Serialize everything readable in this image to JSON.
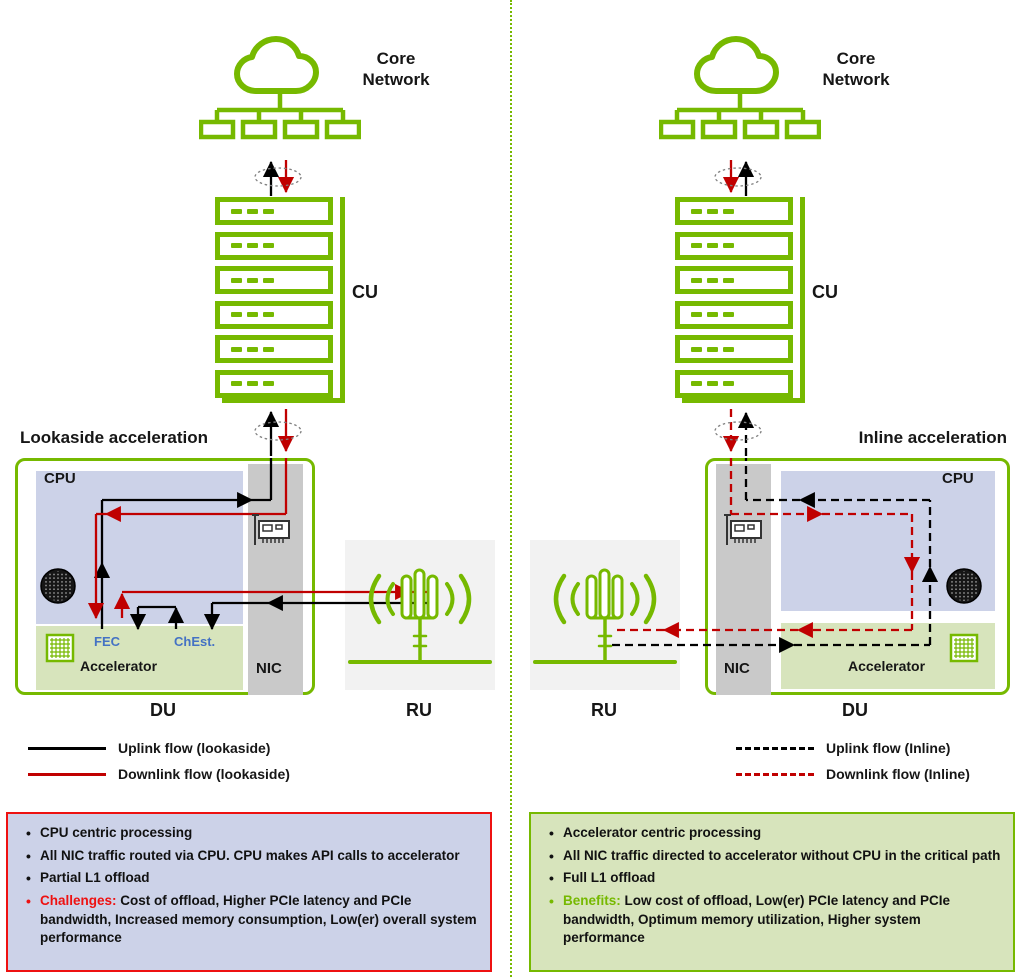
{
  "colors": {
    "nvidia_green": "#76b900",
    "flow_black": "#000000",
    "flow_red": "#c00000",
    "alert_red": "#ee1111",
    "label_blue": "#4472c4",
    "cpu_region_lavender": "#ccd2e8",
    "accelerator_region_green": "#d7e4bc",
    "nic_strip_gray": "#c9c9c9",
    "ru_box_gray": "#f2f2f2"
  },
  "icons": {
    "cloud": "cloud-icon",
    "network_switch": "network-switch-icon",
    "server_stack": "server-stack-icon",
    "nic_card": "nic-card-icon",
    "cpu_die": "cpu-die-icon",
    "accelerator_chip": "accelerator-chip-icon",
    "ru_antenna": "ru-antenna-icon"
  },
  "left": {
    "core_network": "Core Network",
    "cu_label": "CU",
    "section_title": "Lookaside acceleration",
    "du": {
      "cpu": "CPU",
      "nic": "NIC",
      "accelerator": "Accelerator",
      "fec": "FEC",
      "chest": "ChEst."
    },
    "du_label": "DU",
    "ru_label": "RU",
    "legend": {
      "uplink": "Uplink flow (lookaside)",
      "downlink": "Downlink flow (lookaside)"
    },
    "notes": [
      {
        "prefix": "",
        "text": "CPU centric processing"
      },
      {
        "prefix": "",
        "text": "All NIC traffic routed via CPU. CPU makes API calls to accelerator"
      },
      {
        "prefix": "",
        "text": "Partial L1 offload"
      },
      {
        "prefix": "Challenges:",
        "text": " Cost of offload, Higher PCIe latency and PCIe bandwidth, Increased memory consumption, Low(er) overall system performance"
      }
    ]
  },
  "right": {
    "core_network": "Core Network",
    "cu_label": "CU",
    "section_title": "Inline acceleration",
    "du": {
      "cpu": "CPU",
      "nic": "NIC",
      "accelerator": "Accelerator"
    },
    "du_label": "DU",
    "ru_label": "RU",
    "legend": {
      "uplink": "Uplink flow (Inline)",
      "downlink": "Downlink flow (Inline)"
    },
    "notes": [
      {
        "prefix": "",
        "text": "Accelerator centric processing"
      },
      {
        "prefix": "",
        "text": "All NIC traffic directed to accelerator without CPU in the critical path"
      },
      {
        "prefix": "",
        "text": "Full L1 offload"
      },
      {
        "prefix": "Benefits:",
        "text": " Low cost of offload, Low(er) PCIe latency and PCIe bandwidth, Optimum memory utilization, Higher system performance"
      }
    ]
  }
}
